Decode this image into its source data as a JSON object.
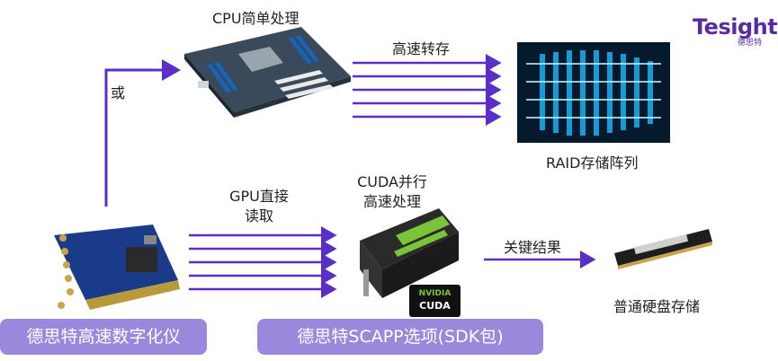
{
  "labels": {
    "cpu": "CPU简单处理",
    "or": "或",
    "fast_store": "高速转存",
    "raid": "RAID存储阵列",
    "gpu_read_1": "GPU直接",
    "gpu_read_2": "读取",
    "cuda_1": "CUDA并行",
    "cuda_2": "高速处理",
    "key_result": "关键结果",
    "disk": "普通硬盘存储"
  },
  "pills": {
    "digitizer": "德思特高速数字化仪",
    "scapp": "德思特SCAPP选项(SDK包)"
  },
  "logo": {
    "mark": "Tesight",
    "sub": "德思特"
  },
  "badge": {
    "brand": "NVIDIA",
    "product": "CUDA"
  },
  "colors": {
    "arrow": "#5a2fc8",
    "pill": "#9a88dd",
    "gpu_green": "#7ac43a"
  }
}
